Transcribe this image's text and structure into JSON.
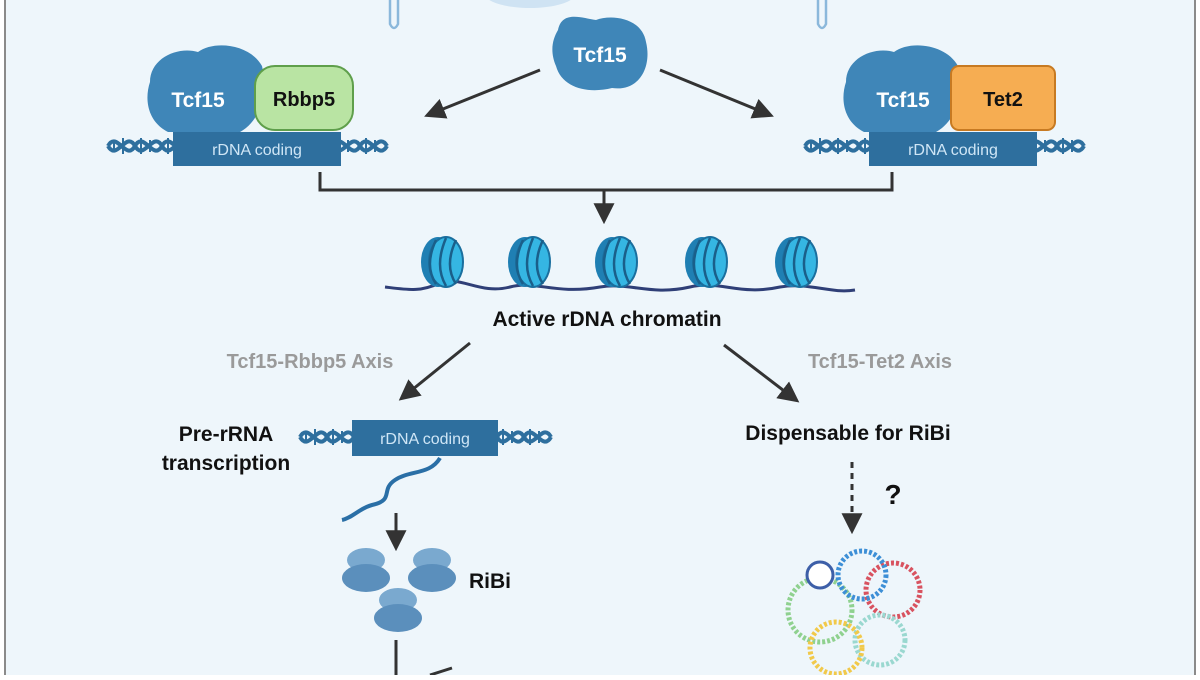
{
  "colors": {
    "background": "#eef6fb",
    "border": "#8a8a8a",
    "protein_blue": "#3f86b8",
    "protein_dark": "#2a628d",
    "rbbp5_green": "#b9e4a3",
    "tet2_orange": "#f6ad52",
    "nucleosome": "#35b6e3",
    "dna_line": "#2f3f77",
    "arrow": "#333333"
  },
  "top": {
    "tcf15_label": "Tcf15"
  },
  "left_complex": {
    "tcf15_label": "Tcf15",
    "partner_label": "Rbbp5",
    "dna_box_label": "rDNA coding"
  },
  "right_complex": {
    "tcf15_label": "Tcf15",
    "partner_label": "Tet2",
    "dna_box_label": "rDNA coding"
  },
  "chromatin": {
    "label": "Active rDNA chromatin",
    "nucleosome_count": 5
  },
  "left_branch": {
    "axis_label": "Tcf15-Rbbp5 Axis",
    "process_line1": "Pre-rRNA",
    "process_line2": "transcription",
    "dna_box_label": "rDNA coding",
    "ribi_label": "RiBi"
  },
  "right_branch": {
    "axis_label": "Tcf15-Tet2 Axis",
    "outcome_label": "Dispensable for RiBi",
    "question_mark": "?"
  },
  "icons": [
    "dna-helix-icon",
    "nucleosome-icon",
    "ribosome-icon",
    "rna-strand-icon",
    "rna-structure-icon"
  ]
}
